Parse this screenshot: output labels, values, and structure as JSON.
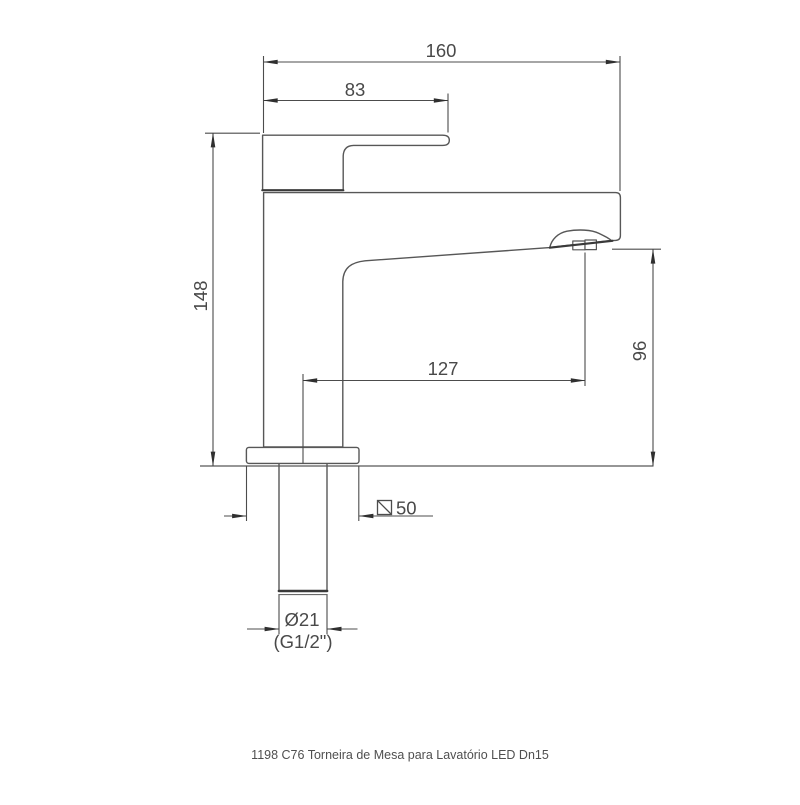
{
  "caption": "1198 C76 Torneira de Mesa para Lavatório LED Dn15",
  "dims": {
    "total_width": "160",
    "handle_reach": "83",
    "body_height": "148",
    "outlet_height": "96",
    "spout_reach": "127",
    "base_square": "50",
    "thread_diameter": "Ø21",
    "thread_gauge": "(G1/2\")"
  },
  "colors": {
    "outline": "#575757",
    "accent": "#3a3a3a",
    "dimension": "#4c4c4c",
    "text": "#494949",
    "background": "#ffffff"
  }
}
